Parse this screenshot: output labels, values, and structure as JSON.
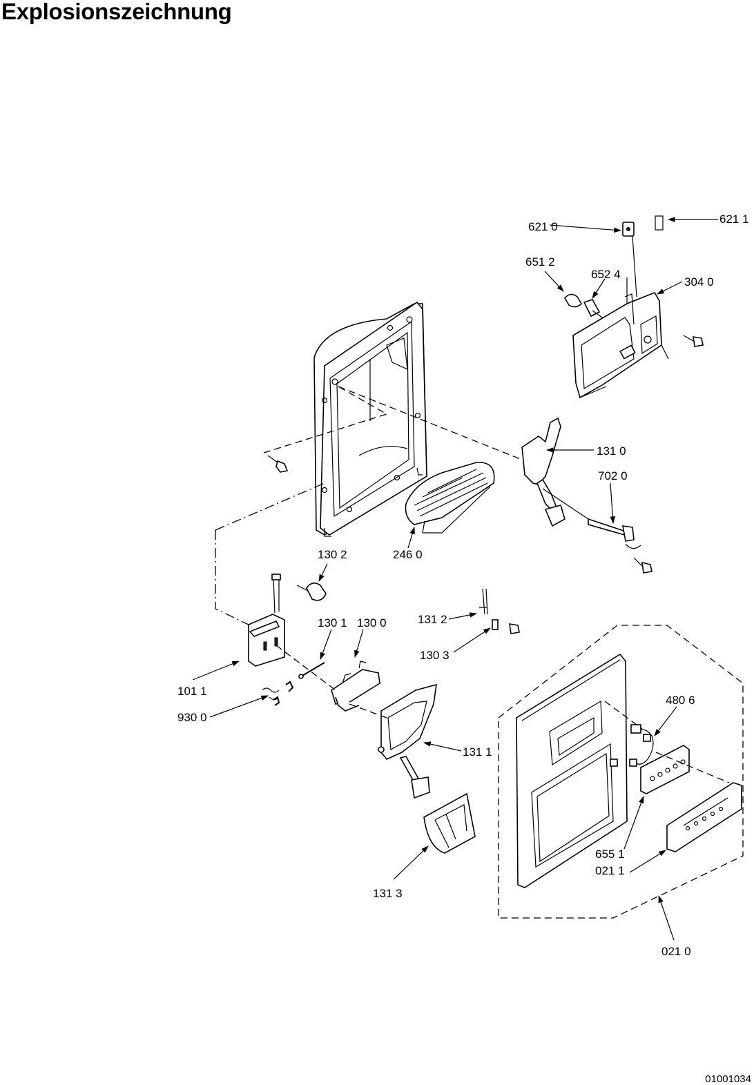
{
  "title": "Explosionszeichnung",
  "document_number": "01001034",
  "callouts": [
    {
      "id": "c-621-0",
      "text": "621 0"
    },
    {
      "id": "c-621-1",
      "text": "621 1"
    },
    {
      "id": "c-651-2",
      "text": "651 2"
    },
    {
      "id": "c-652-4",
      "text": "652 4"
    },
    {
      "id": "c-304-0",
      "text": "304 0"
    },
    {
      "id": "c-131-0",
      "text": "131 0"
    },
    {
      "id": "c-702-0",
      "text": "702 0"
    },
    {
      "id": "c-130-2",
      "text": "130 2"
    },
    {
      "id": "c-246-0",
      "text": "246 0"
    },
    {
      "id": "c-131-2",
      "text": "131 2"
    },
    {
      "id": "c-130-3",
      "text": "130 3"
    },
    {
      "id": "c-130-1",
      "text": "130 1"
    },
    {
      "id": "c-130-0",
      "text": "130 0"
    },
    {
      "id": "c-101-1",
      "text": "101 1"
    },
    {
      "id": "c-930-0",
      "text": "930 0"
    },
    {
      "id": "c-480-6",
      "text": "480 6"
    },
    {
      "id": "c-131-1",
      "text": "131 1"
    },
    {
      "id": "c-655-1",
      "text": "655 1"
    },
    {
      "id": "c-021-1",
      "text": "021 1"
    },
    {
      "id": "c-131-3",
      "text": "131 3"
    },
    {
      "id": "c-021-0",
      "text": "021 0"
    }
  ]
}
